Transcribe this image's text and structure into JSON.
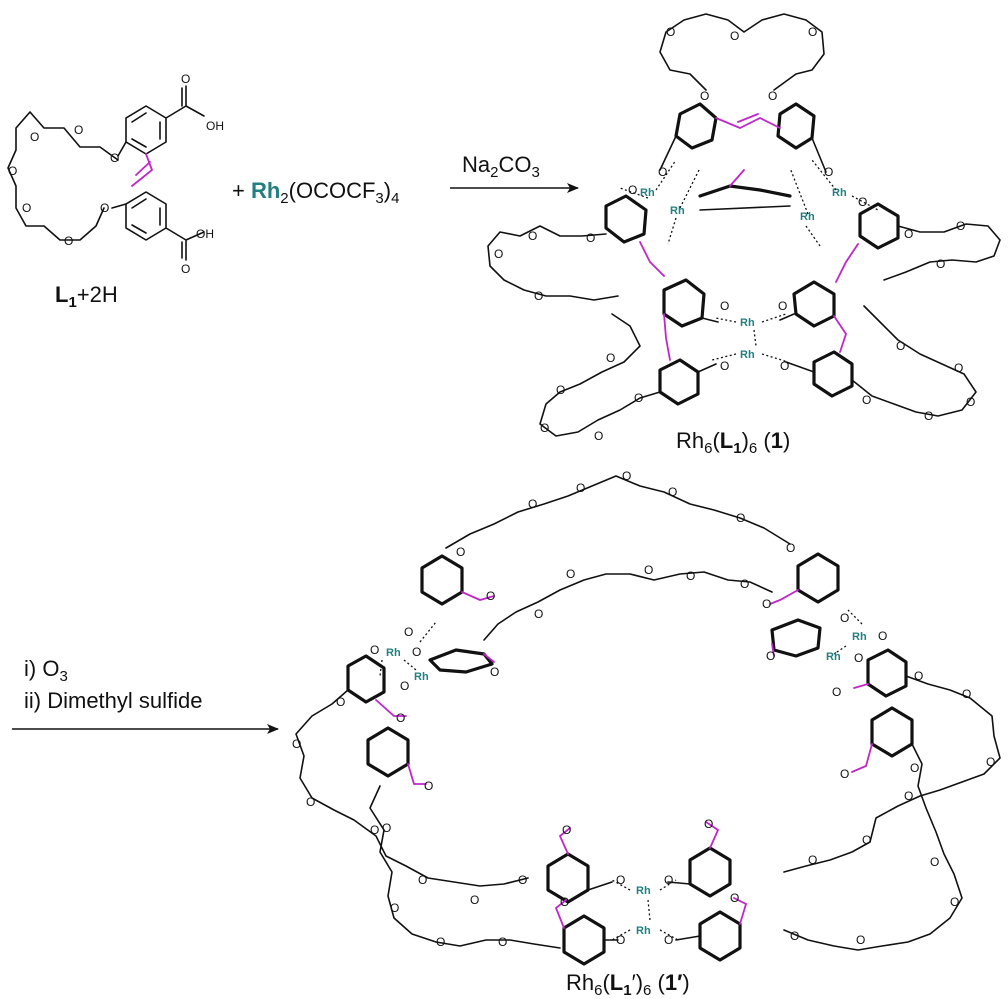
{
  "reactant": {
    "ligand_label_main": "L",
    "ligand_label_sub": "1",
    "ligand_label_suffix": "+2H",
    "cooh_top": "OH",
    "cooh_bottom": "OH",
    "plus": "+ ",
    "rh_reagent_rh": "Rh",
    "rh_reagent_sub2": "2",
    "rh_reagent_mid": "(OCOCF",
    "rh_reagent_sub3": "3",
    "rh_reagent_end": ")",
    "rh_reagent_sub4": "4"
  },
  "step1": {
    "reagent_main": "Na",
    "reagent_sub2": "2",
    "reagent_mid": "CO",
    "reagent_sub3": "3"
  },
  "product1": {
    "label_a": "Rh",
    "label_sub6": "6",
    "label_b": "(",
    "label_L": "L",
    "label_Lsub": "1",
    "label_c": ")",
    "label_sub6b": "6",
    "label_d": " (",
    "label_num": "1",
    "label_e": ")"
  },
  "step2": {
    "line1_main": "i) O",
    "line1_sub": "3",
    "line2": "ii) Dimethyl sulfide"
  },
  "product2": {
    "label_a": "Rh",
    "label_sub6": "6",
    "label_b": "(",
    "label_L": "L",
    "label_Lsub": "1",
    "label_prime": "′",
    "label_c": ")",
    "label_sub6b": "6",
    "label_d": " (",
    "label_num": "1′",
    "label_e": ")"
  },
  "atoms": {
    "oxygen": "O",
    "rhodium": "Rh"
  },
  "colors": {
    "rhodium": "#237f80",
    "alkene": "#c026c9",
    "bond": "#111111"
  }
}
